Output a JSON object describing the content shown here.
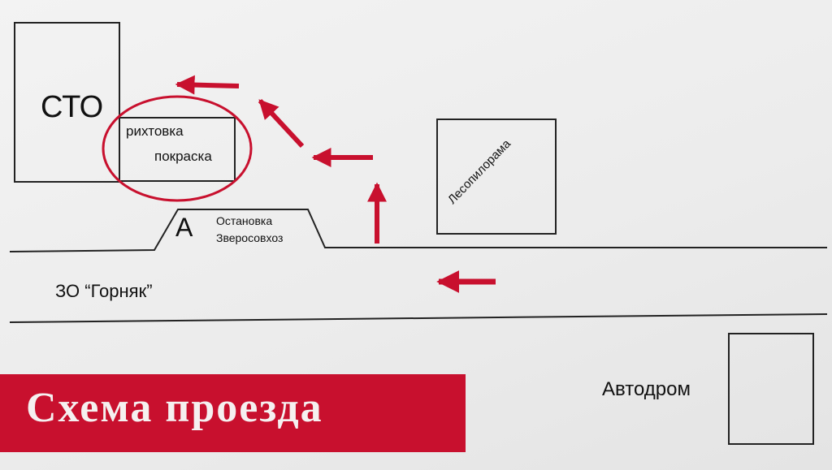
{
  "map": {
    "sto": "СТО",
    "services": {
      "body_repair": "рихтовка",
      "painting": "покраска"
    },
    "bus_stop": {
      "letter": "А",
      "line1": "Остановка",
      "line2": "Зверосовхоз"
    },
    "street": "ЗО “Горняк”",
    "sawmill": "Лесопилорама",
    "autodrome": "Автодром",
    "title": "Схема проезда"
  },
  "colors": {
    "accent": "#c8102e",
    "ink": "#111111",
    "background": "#efefef"
  }
}
